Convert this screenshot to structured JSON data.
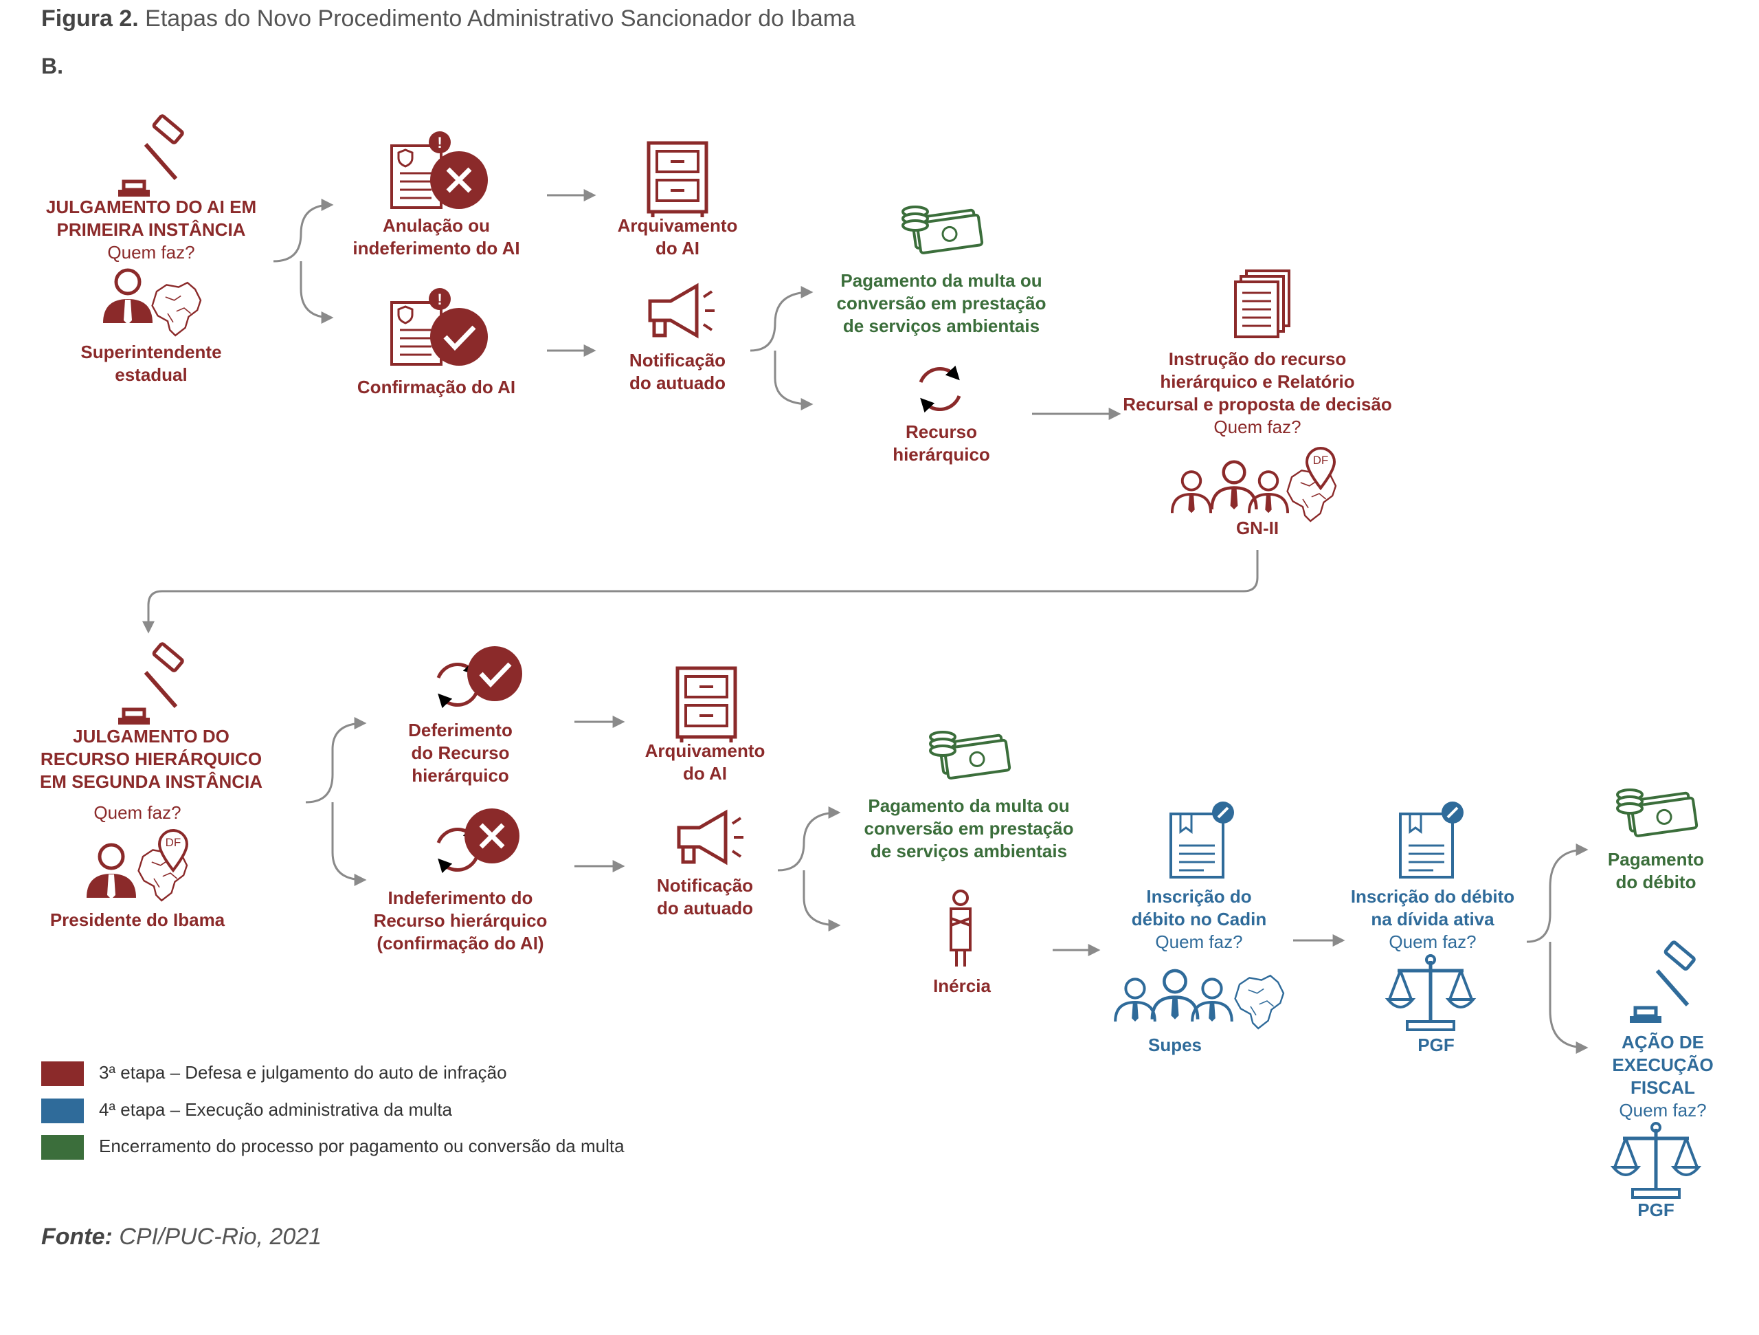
{
  "figure": {
    "label": "Figura 2.",
    "title": "Etapas do Novo Procedimento Administrativo Sancionador do Ibama",
    "part": "B."
  },
  "colors": {
    "red": "#8b2a2a",
    "blue": "#2f6b9a",
    "green": "#3b6e3b",
    "arrow": "#8a8a8a"
  },
  "who": "Quem faz?",
  "row1": {
    "judgment": [
      "JULGAMENTO DO AI EM",
      "PRIMEIRA INSTÂNCIA"
    ],
    "judgment_actor": [
      "Superintendente",
      "estadual"
    ],
    "annul": [
      "Anulação ou",
      "indeferimento do AI"
    ],
    "confirm": [
      "Confirmação do AI"
    ],
    "archive": [
      "Arquivamento",
      "do AI"
    ],
    "notify": [
      "Notificação",
      "do autuado"
    ],
    "payment": [
      "Pagamento da multa ou",
      "conversão em prestação",
      "de serviços ambientais"
    ],
    "appeal": [
      "Recurso",
      "hierárquico"
    ],
    "instruction": [
      "Instrução do recurso",
      "hierárquico e Relatório",
      "Recursal e proposta de decisão"
    ],
    "instruction_actor": "GN-II",
    "map_badge": "DF"
  },
  "row2": {
    "judgment": [
      "JULGAMENTO DO",
      "RECURSO HIERÁRQUICO",
      "EM SEGUNDA INSTÂNCIA"
    ],
    "judgment_actor": [
      "Presidente do Ibama"
    ],
    "granted": [
      "Deferimento",
      "do Recurso",
      "hierárquico"
    ],
    "rejected": [
      "Indeferimento do",
      "Recurso hierárquico",
      "(confirmação do AI)"
    ],
    "archive": [
      "Arquivamento",
      "do AI"
    ],
    "notify": [
      "Notificação",
      "do autuado"
    ],
    "payment": [
      "Pagamento da multa ou",
      "conversão em prestação",
      "de serviços ambientais"
    ],
    "inertia": [
      "Inércia"
    ],
    "cadin_pre": "Inscrição do",
    "cadin_mid": "débito no ",
    "cadin_bold": "Cadin",
    "cadin_actor": "Supes",
    "divida_pre": "Inscrição do débito",
    "divida_mid": "na ",
    "divida_bold": "dívida ativa",
    "divida_actor": "PGF",
    "paid": [
      "Pagamento",
      "do débito"
    ],
    "fiscal": [
      "AÇÃO DE",
      "EXECUÇÃO",
      "FISCAL"
    ],
    "fiscal_actor": "PGF",
    "map_badge": "DF"
  },
  "legend": [
    {
      "color": "#8b2a2a",
      "label": "3ª etapa – Defesa e julgamento do auto de infração"
    },
    {
      "color": "#2f6b9a",
      "label": "4ª etapa – Execução administrativa da multa"
    },
    {
      "color": "#3b6e3b",
      "label": "Encerramento do processo por pagamento ou conversão da multa"
    }
  ],
  "source": {
    "label": "Fonte:",
    "text": "CPI/PUC-Rio, 2021"
  }
}
